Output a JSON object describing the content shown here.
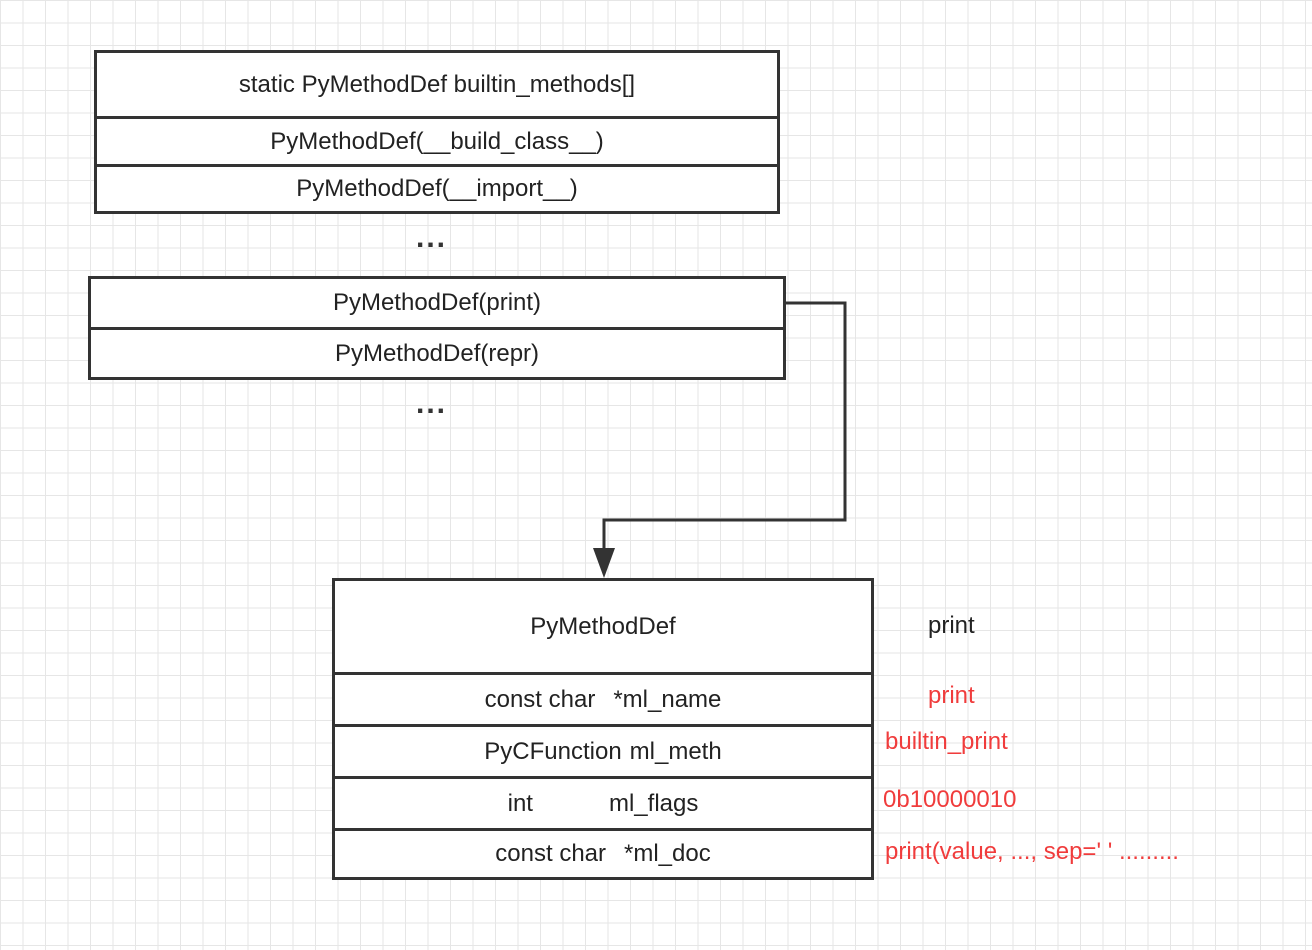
{
  "builtin_methods_table": {
    "header": "static PyMethodDef builtin_methods[]",
    "rows": [
      "PyMethodDef(__build_class__)",
      "PyMethodDef(__import__)"
    ]
  },
  "ellipsis_1": "...",
  "selected_methods_table": {
    "rows": [
      "PyMethodDef(print)",
      "PyMethodDef(repr)"
    ]
  },
  "ellipsis_2": "...",
  "pymethoddef_struct": {
    "title": "PyMethodDef",
    "fields": [
      {
        "type": "const char",
        "name": "*ml_name"
      },
      {
        "type": "PyCFunction",
        "name": "ml_meth"
      },
      {
        "type": "int",
        "name": "ml_flags"
      },
      {
        "type": "const char",
        "name": "*ml_doc"
      }
    ]
  },
  "print_values": {
    "title": "print",
    "values": [
      "print",
      "builtin_print",
      "0b10000010",
      "print(value, ..., sep=' ' ........."
    ]
  },
  "colors": {
    "border": "#333333",
    "value_text": "#f03c3c",
    "grid": "#e6e6e6"
  }
}
